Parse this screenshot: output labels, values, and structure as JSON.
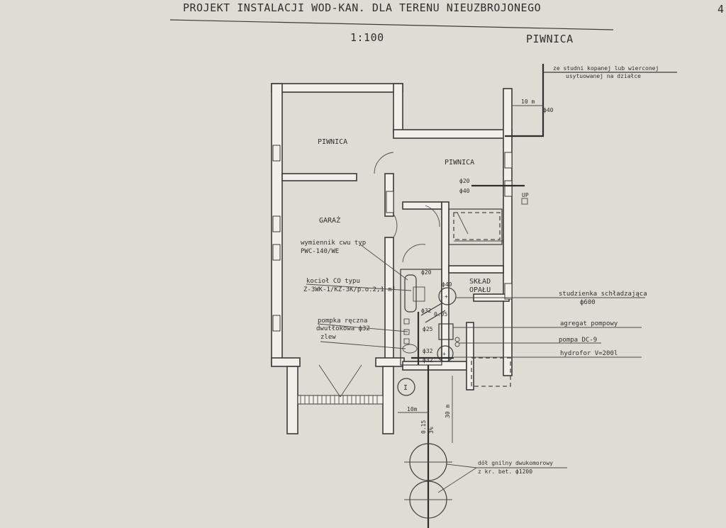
{
  "header": {
    "title": "PROJEKT  INSTALACJI  WOD-KAN.  DLA TERENU  NIEUZBROJONEGO",
    "scale": "1:100",
    "subtitle": "PIWNICA",
    "sheet_number": "4"
  },
  "rooms": {
    "piwnica_1": "PIWNICA",
    "piwnica_2": "PIWNICA",
    "garaz": "GARAŻ",
    "sklad_1": "SKŁAD",
    "sklad_2": "OPAŁU"
  },
  "labels": {
    "well_1": "ze  studni  kopanej  lub  wierconej",
    "well_2": "usytuowanej  na  działce",
    "dist_10m_top": "10 m",
    "d40_top": "ф40",
    "d20": "ф20",
    "d40": "ф40",
    "up": "UP",
    "exchanger_1": "wymiennik  cwu  typ",
    "exchanger_2": "PWC-140/WE",
    "boiler_1": "kocioł  CO  typu",
    "boiler_2": "Z-3WK-1/KZ-3K/p.o.2,1 m²",
    "d20_b": "ф20",
    "d40_b": "ф40",
    "d32_a": "ф32",
    "d005": "0.05",
    "d25": "ф25",
    "pump_1": "pompka  ręczna",
    "pump_2": "dwutłokowa  ф32",
    "sink": "zlew",
    "d32_b": "ф32",
    "d32_c": "ф32",
    "cooling_1": "studzienka  schładzająca",
    "cooling_2": "ф600",
    "pump_unit": "agregat  pompowy",
    "pump_dc": "pompa  DC-9",
    "hydrofor": "hydrofor  V=200l",
    "section": "I",
    "dist_10m": "10m",
    "dist_30m": "30 m",
    "slope_1": "0.15",
    "slope_2": "3%",
    "septic_1": "dół  gnilny  dwukomorowy",
    "septic_2": "z  kr.  bet.  ф1200"
  }
}
